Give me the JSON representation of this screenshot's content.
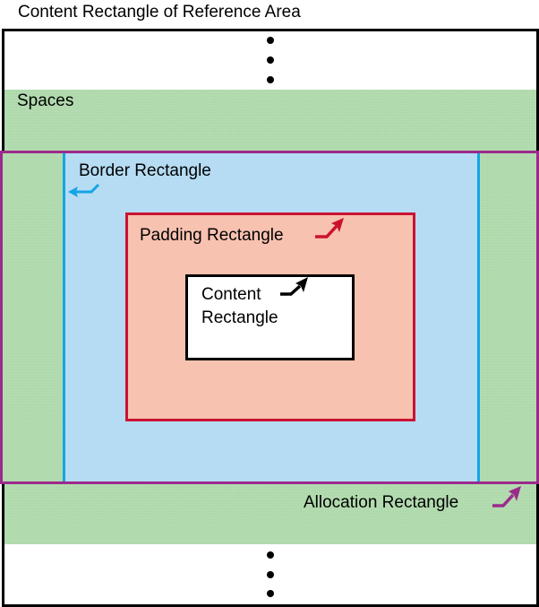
{
  "diagram": {
    "title": "Content Rectangle of Reference Area",
    "labels": {
      "spaces": "Spaces",
      "border_rectangle": "Border Rectangle",
      "padding_rectangle": "Padding Rectangle",
      "content_rectangle_line1": "Content",
      "content_rectangle_line2": "Rectangle",
      "allocation_rectangle": "Allocation Rectangle"
    },
    "colors": {
      "reference_area_border": "#000000",
      "spaces_fill": "#b3dbb0",
      "allocation_border": "#9b2a8c",
      "border_rect_fill": "#b5dcf3",
      "border_rect_edge": "#12a5e6",
      "padding_fill": "#f8c2b0",
      "padding_edge": "#cc1231",
      "content_fill": "#ffffff",
      "content_edge": "#000000"
    },
    "ellipsis_top": "vertical-ellipsis",
    "ellipsis_bottom": "vertical-ellipsis"
  }
}
